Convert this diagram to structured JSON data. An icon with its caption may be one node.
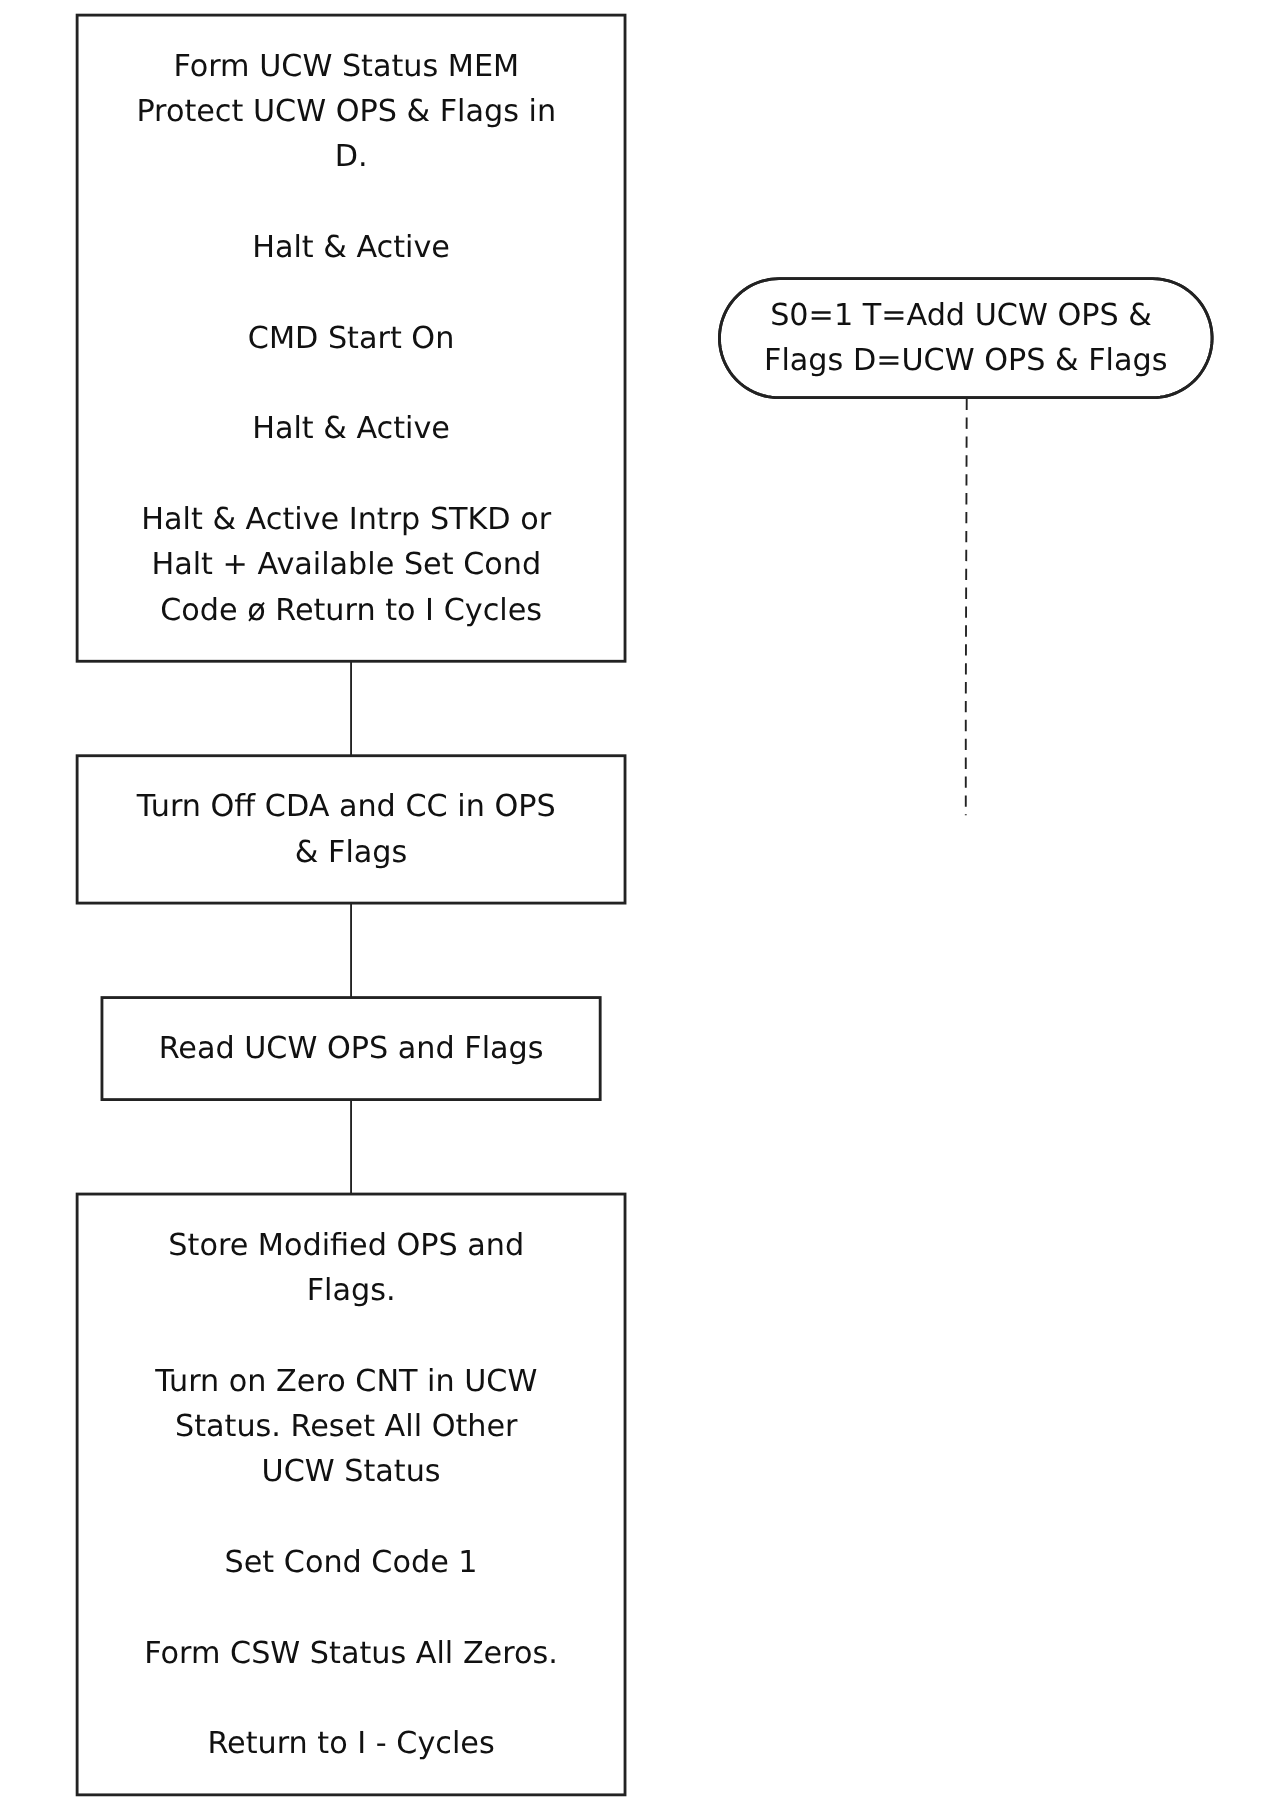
{
  "diagram": {
    "nodes": [
      {
        "text": [
          "Form UCW Status MEM Protect UCW OPS & Flags in D.",
          "Halt & Active",
          "CMD Start On",
          "Halt & Active",
          "Halt & Active Intrp STKD or Halt + Available Set Cond Code ø Return to I Cycles"
        ]
      },
      {
        "text": [
          "S0=1 T=Add UCW OPS & Flags D=UCW OPS & Flags"
        ]
      },
      {
        "text": [
          "Turn Off CDA and CC in OPS & Flags"
        ]
      },
      {
        "text": [
          "Read UCW OPS and Flags"
        ]
      },
      {
        "text": [
          "Store Modified OPS and Flags.",
          "Turn on Zero CNT in UCW Status. Reset All Other UCW Status",
          "Set Cond Code 1",
          "Form CSW Status All Zeros.",
          "Return to I - Cycles"
        ]
      }
    ],
    "edges": [
      {
        "from": 0,
        "to": 2,
        "arrow": "none"
      },
      {
        "from": 1,
        "to": null,
        "arrow": "none",
        "style": "dashed"
      },
      {
        "from": 2,
        "to": 3,
        "arrow": "none"
      },
      {
        "from": 3,
        "to": 4,
        "arrow": "none"
      }
    ]
  }
}
